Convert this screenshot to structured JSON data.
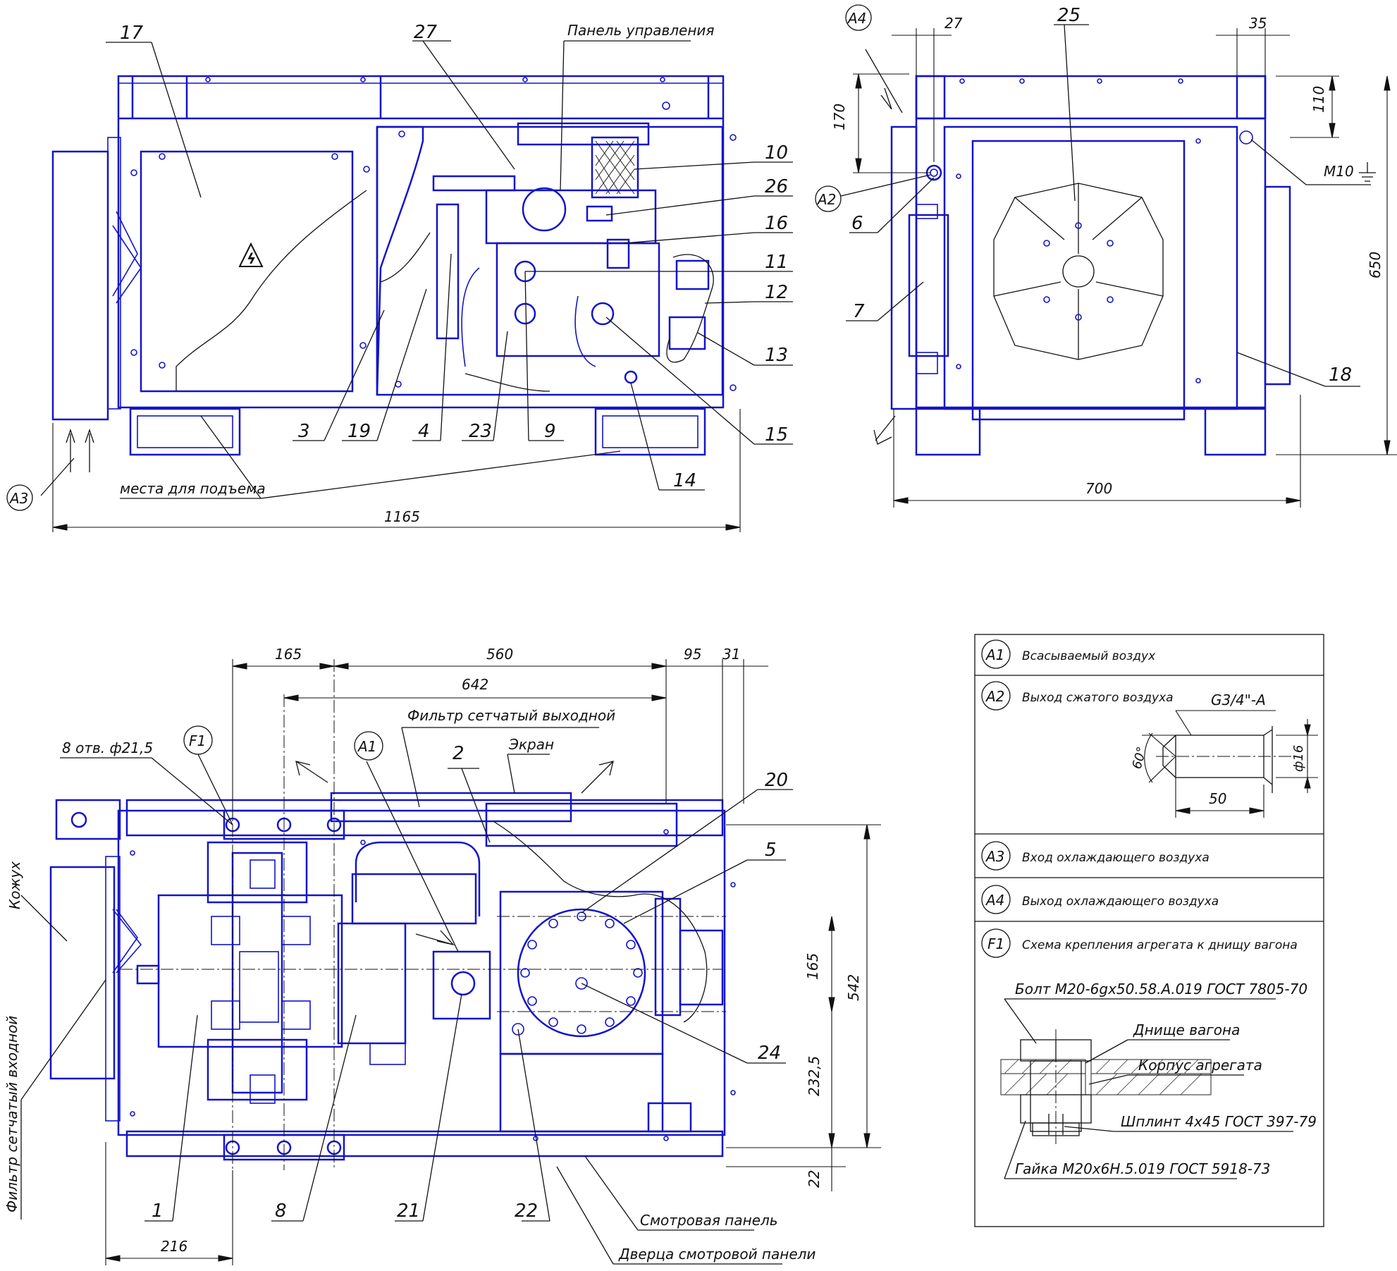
{
  "view_top": {
    "labels": {
      "p17": "17",
      "p27": "27",
      "panel": "Панель управления",
      "p10": "10",
      "p26": "26",
      "p16": "16",
      "p11": "11",
      "p12": "12",
      "p13": "13",
      "p15": "15",
      "p14": "14",
      "p3": "3",
      "p19": "19",
      "p4": "4",
      "p23": "23",
      "p9": "9",
      "lift": "места для подъема",
      "dim1165": "1165",
      "a3": "А3"
    }
  },
  "view_side": {
    "labels": {
      "a4": "А4",
      "d27": "27",
      "d25": "25",
      "d35": "35",
      "d170": "170",
      "d110": "110",
      "d650": "650",
      "m10": "М10",
      "a2": "А2",
      "p6": "6",
      "p7": "7",
      "p18": "18",
      "d700": "700"
    }
  },
  "view_plan": {
    "labels": {
      "d165": "165",
      "d560": "560",
      "d95": "95",
      "d31": "31",
      "d642": "642",
      "filter_out": "Фильтр сетчатый выходной",
      "holes": "8 отв. ф21,5",
      "f1": "F1",
      "a1": "А1",
      "p2": "2",
      "screen": "Экран",
      "p20": "20",
      "p5": "5",
      "casing": "Кожух",
      "filter_in": "Фильтр сетчатый входной",
      "d165v": "165",
      "d542": "542",
      "d232": "232,5",
      "d22": "22",
      "p24": "24",
      "p1": "1",
      "p8": "8",
      "p21": "21",
      "p22": "22",
      "d216": "216",
      "inspect_panel": "Смотровая панель",
      "inspect_door": "Дверца смотровой панели"
    }
  },
  "legend": {
    "a1": {
      "code": "А1",
      "text": "Всасываемый воздух"
    },
    "a2": {
      "code": "А2",
      "text": "Выход сжатого воздуха",
      "thread": "G3/4\"-A",
      "angle": "60°",
      "dia": "ф16",
      "len": "50"
    },
    "a3": {
      "code": "А3",
      "text": "Вход охлаждающего воздуха"
    },
    "a4": {
      "code": "А4",
      "text": "Выход охлаждающего воздуха"
    },
    "f1": {
      "code": "F1",
      "text": "Схема крепления агрегата к днищу вагона",
      "bolt": "Болт М20-6gх50.58.А.019 ГОСТ 7805-70",
      "floor": "Днище вагона",
      "body": "Корпус агрегата",
      "pin": "Шплинт 4х45 ГОСТ 397-79",
      "nut": "Гайка М20х6Н.5.019 ГОСТ 5918-73"
    }
  }
}
